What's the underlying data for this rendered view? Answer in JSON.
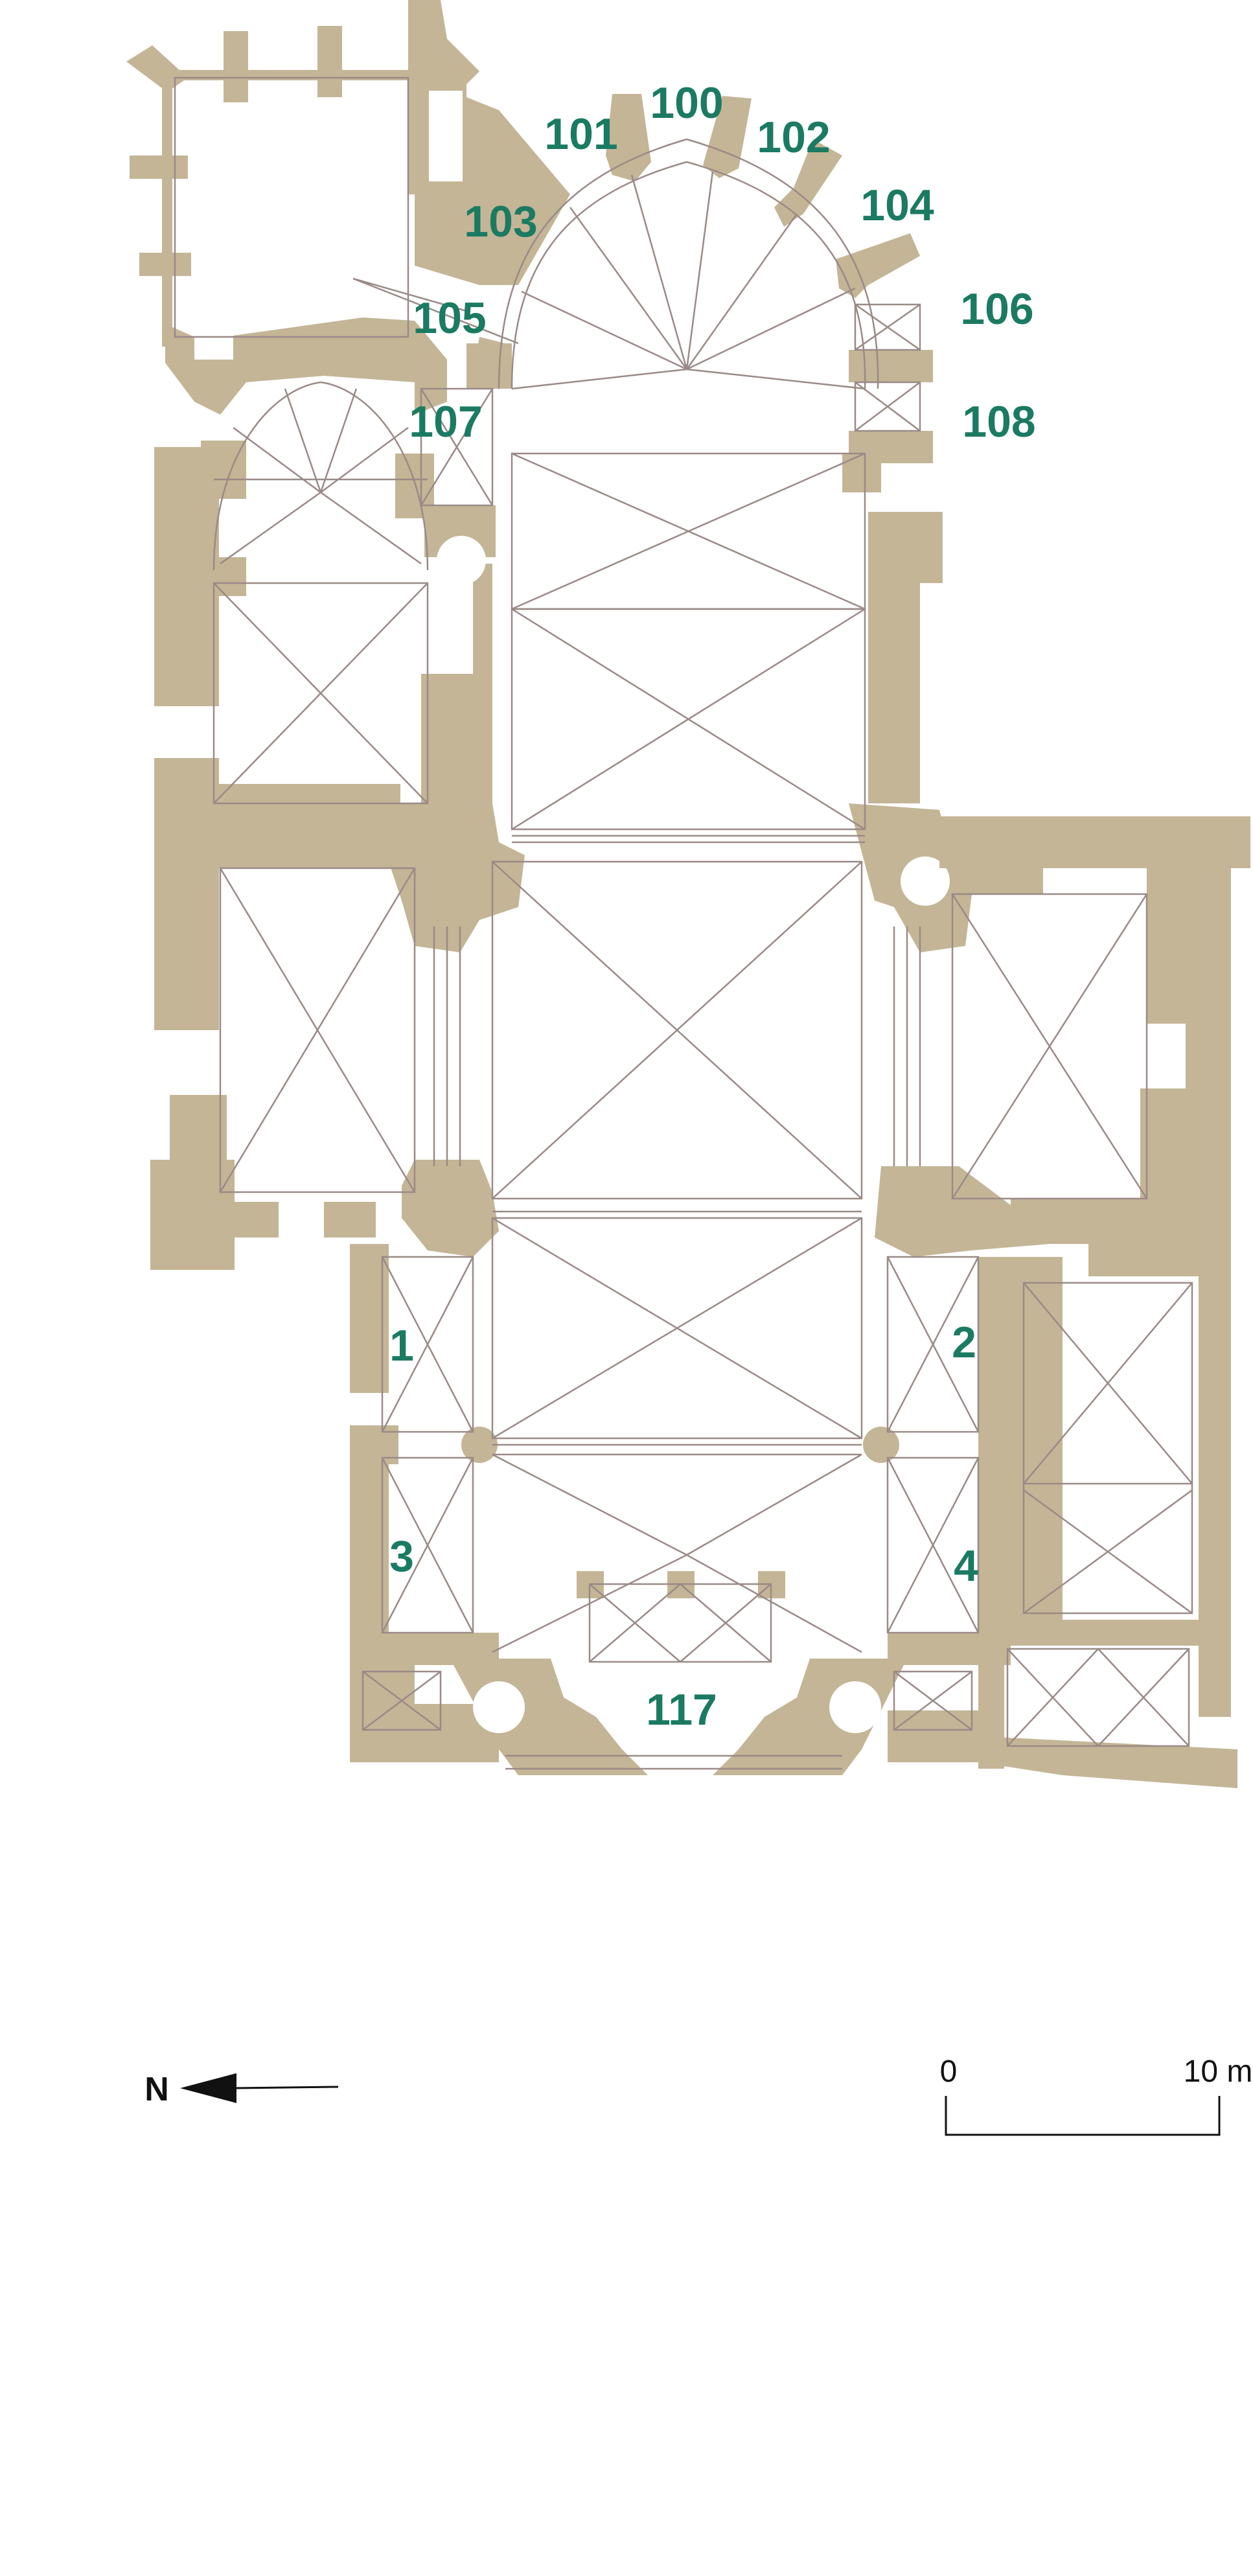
{
  "plan": {
    "rooms": [
      {
        "id": "100",
        "label": "100"
      },
      {
        "id": "101",
        "label": "101"
      },
      {
        "id": "102",
        "label": "102"
      },
      {
        "id": "103",
        "label": "103"
      },
      {
        "id": "104",
        "label": "104"
      },
      {
        "id": "105",
        "label": "105"
      },
      {
        "id": "106",
        "label": "106"
      },
      {
        "id": "107",
        "label": "107"
      },
      {
        "id": "108",
        "label": "108"
      },
      {
        "id": "1",
        "label": "1"
      },
      {
        "id": "2",
        "label": "2"
      },
      {
        "id": "3",
        "label": "3"
      },
      {
        "id": "4",
        "label": "4"
      },
      {
        "id": "117",
        "label": "117"
      }
    ],
    "north_label": "N",
    "scale": {
      "start_label": "0",
      "end_label": "10 m"
    },
    "colors": {
      "wall": "#c4b596",
      "label": "#1b7b62",
      "lines": "#9a8a87"
    }
  }
}
